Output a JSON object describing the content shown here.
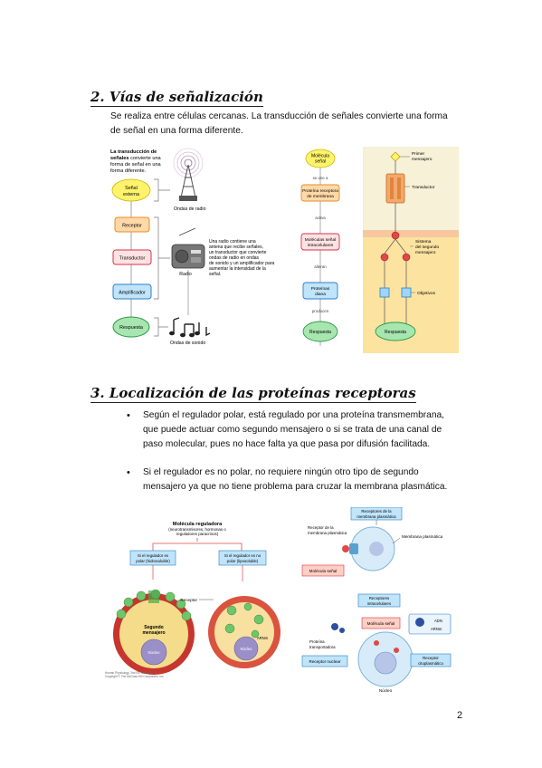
{
  "section2": {
    "heading": "2. Vías de señalización",
    "paragraph_line1": "Se realiza entre células cercanas. La transducción de señales convierte una forma",
    "paragraph_line2": "de señal en una forma diferente."
  },
  "figure1": {
    "intro_bold": "La transducción de señales",
    "intro_rest": "convierte una forma de señal en una forma diferente.",
    "intro_lines": [
      "La transducción de",
      "señales convierte una",
      "forma de señal en una",
      "forma diferente."
    ],
    "signal": [
      "Señal",
      "externa"
    ],
    "radio_waves": "Ondas de radio",
    "receptor": "Receptor",
    "transductor": "Transductor",
    "amplificador": "Amplificador",
    "respuesta": "Respuesta",
    "radio": "Radio",
    "sound_waves": "Ondas de sonido",
    "radio_desc": [
      "Una radio contiene una",
      "antena que recibe señales,",
      "un transductor que convierte",
      "ondas de radio en ondas",
      "de sonido y un amplificador para",
      "aumentar la intensidad de la",
      "señal."
    ]
  },
  "figure2": {
    "molecule": [
      "Molécula",
      "señal"
    ],
    "se_une_a": "se une a",
    "receptor_protein": [
      "Proteína receptora",
      "de membrana"
    ],
    "activa": "activa",
    "intracellular": [
      "Moléculas señal",
      "intracelulares"
    ],
    "alteran": "alteran",
    "target": [
      "Proteínas",
      "diana"
    ],
    "producen": "producen",
    "respuesta": "Respuesta",
    "primer_mensajero": [
      "Primer",
      "mensajero"
    ],
    "transductor": "Transductor",
    "segundo_mensajero": [
      "Sistema",
      "del segundo",
      "mensajero"
    ],
    "objetivos": "Objetivos",
    "respuesta_right": "Respuesta"
  },
  "section3": {
    "heading": "3. Localización de las proteínas receptoras",
    "bullets": [
      [
        "Según el regulador polar, está regulado por una proteína transmembrana,",
        "que puede actuar como segundo mensajero o si se trata de una canal de",
        "paso molecular, pues no hace falta ya que pasa por difusión facilitada."
      ],
      [
        "Si el regulador es no polar, no requiere ningún otro tipo de segundo",
        "mensajero ya que no tiene problema para cruzar la membrana plasmática."
      ]
    ]
  },
  "figure3": {
    "title": "Molécula reguladora",
    "subtitle": [
      "(neurotransmisores, hormonas o",
      "reguladores paracrinos)"
    ],
    "polar": [
      "Si el regulador es",
      "polar (hidrosoluble)"
    ],
    "nonpolar": [
      "Si el regulador es no",
      "polar (liposoluble)"
    ],
    "receptor": "Receptor",
    "segundo": [
      "Segundo",
      "mensajero"
    ],
    "nucleo": "Núcleo",
    "arnm": "ARNm",
    "credit": [
      "Human Physiology, 2nd Ed. Stuart Fox",
      "Copyright © The McGraw-Hill Companies, Inc."
    ]
  },
  "figure4": {
    "membrane_receptors": [
      "Receptores de la",
      "membrana plasmática"
    ],
    "receptor_membrana": [
      "Receptor de la",
      "membrana plasmática"
    ],
    "membrana_plasmatica": "Membrana plasmática",
    "molecula_senal": "Molécula señal",
    "intracellular_receptors": [
      "Receptores",
      "intracelulares"
    ],
    "molecula_senal2": "Molécula señal",
    "adn": "ADN",
    "arnm": "ARNm",
    "transport_proteins": [
      "Proteína",
      "transportadora"
    ],
    "receptor_nuclear": "Receptor nuclear",
    "receptor_citoplasmatico": [
      "Receptor",
      "citoplasmático"
    ],
    "nucleo": "Núcleo"
  },
  "page_number": "2"
}
